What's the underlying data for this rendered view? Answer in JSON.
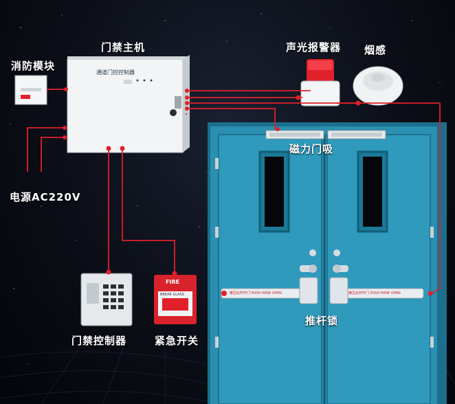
{
  "labels": {
    "fire_module": "消防模块",
    "main_controller": "门禁主机",
    "power": "电源AC220V",
    "alarm": "声光报警器",
    "smoke": "烟感",
    "maglock": "磁力门吸",
    "push_bar": "推杆锁",
    "keypad": "门禁控制器",
    "emergency": "紧急开关"
  },
  "device_text": {
    "controller_panel": "通道门控控制器",
    "fire_box_title": "FIRE",
    "fire_box_sub": "BREAK GLASS",
    "bar_text": "推压此杆开门 PUSH HERE OPEN"
  },
  "colors": {
    "wire": "#e0202a",
    "door": "#2a8fb0",
    "background": "#0b0e16"
  }
}
